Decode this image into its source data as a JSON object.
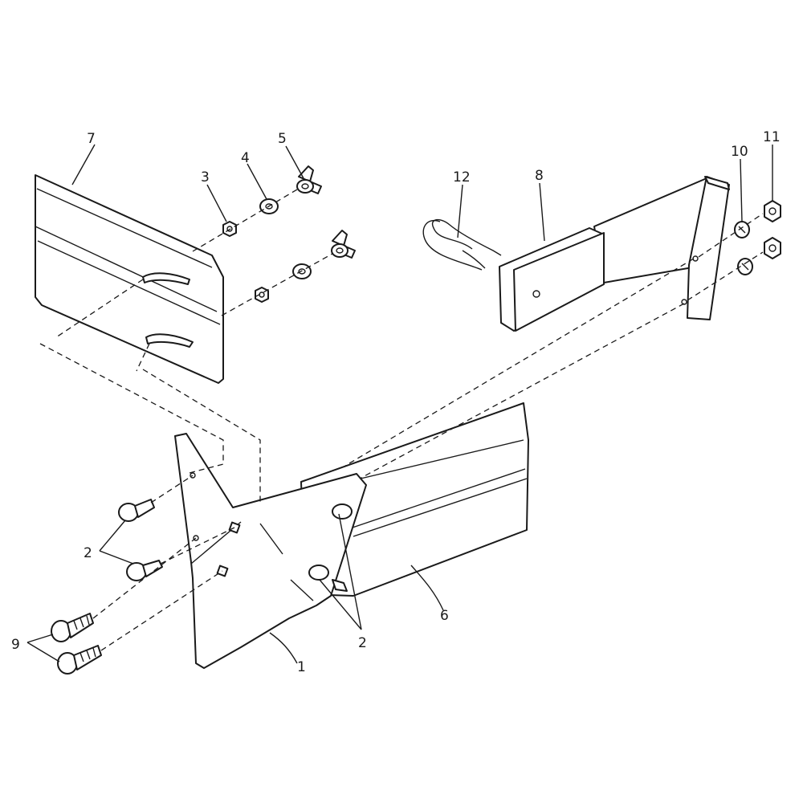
{
  "labels": {
    "l1": "1",
    "l2a": "2",
    "l2b": "2",
    "l3": "3",
    "l4": "4",
    "l5": "5",
    "l6": "6",
    "l7": "7",
    "l8": "8",
    "l9": "9",
    "l10": "10",
    "l11": "11",
    "l12": "12"
  },
  "colors": {
    "ink": "#1a1a1a",
    "paper": "#ffffff"
  }
}
